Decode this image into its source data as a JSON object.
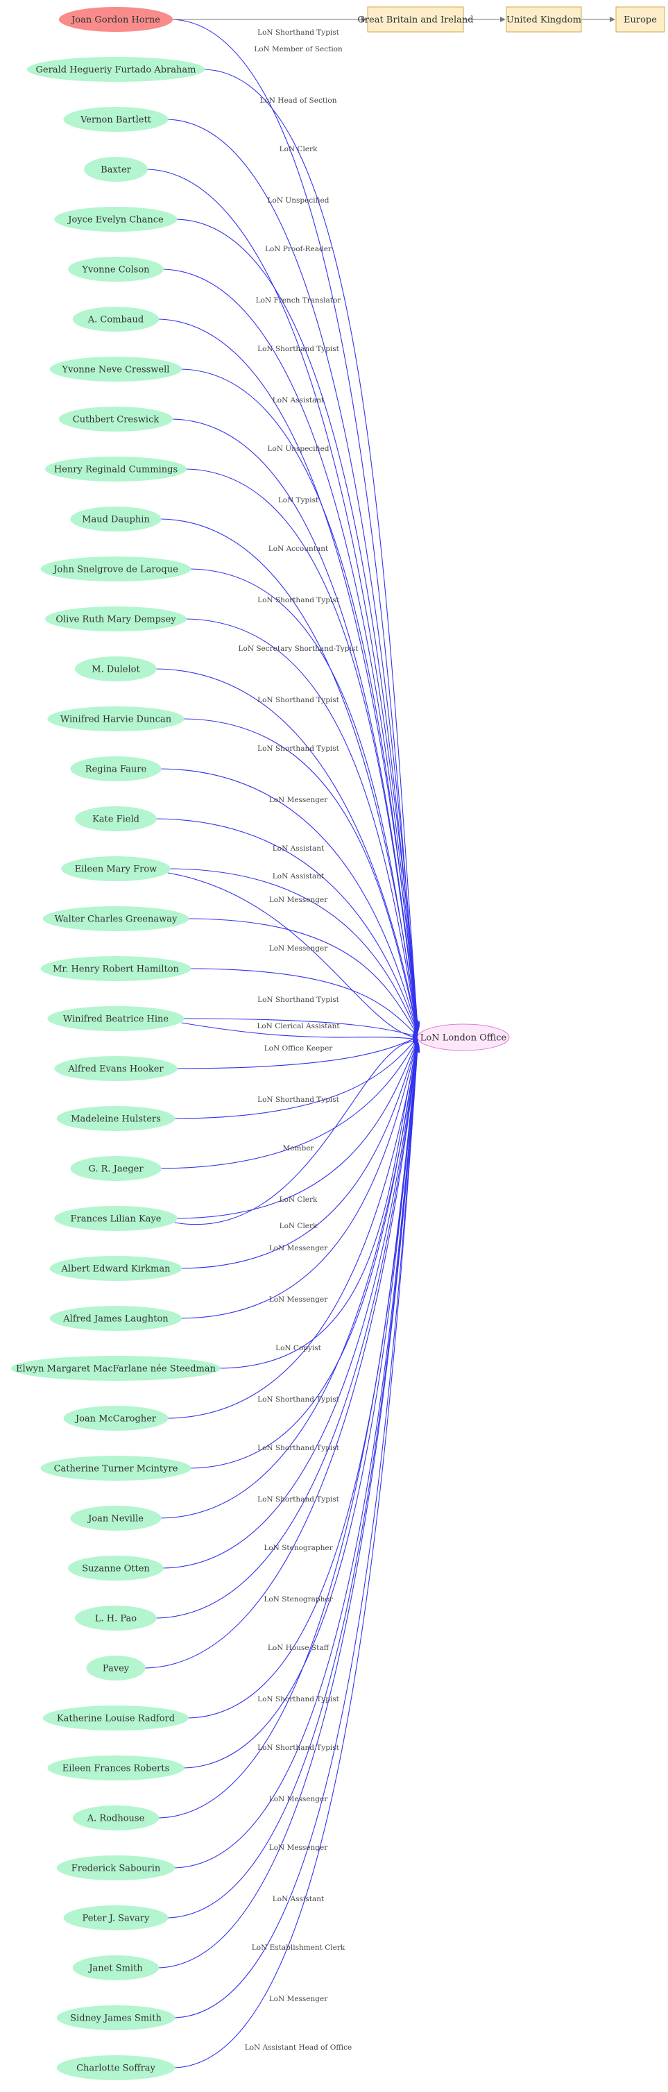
{
  "colors": {
    "person_fill": "#b3f5cf",
    "highlight_fill": "#f98b8b",
    "place_fill": "#fdeec9",
    "place_stroke": "#d9a54a",
    "office_fill": "#fde8fa",
    "office_stroke": "#e07ad8",
    "edge_blue": "#3333ee",
    "edge_grey": "#777777",
    "text": "#333333"
  },
  "main_person": {
    "name": "Joan Gordon Horne",
    "role": "LoN Shorthand Typist"
  },
  "places": [
    "Great Britain and Ireland",
    "United Kingdom",
    "Europe"
  ],
  "office": "LoN London Office",
  "people": [
    {
      "name": "Gerald Hegueriy Furtado Abraham",
      "role": "LoN Member of Section"
    },
    {
      "name": "Vernon Bartlett",
      "role": "LoN Head of Section"
    },
    {
      "name": "Baxter",
      "role": "LoN Clerk"
    },
    {
      "name": "Joyce Evelyn Chance",
      "role": "LoN Unspecified"
    },
    {
      "name": "Yvonne Colson",
      "role": "LoN Proof-Reader"
    },
    {
      "name": "A.  Combaud",
      "role": "LoN French Translator"
    },
    {
      "name": "Yvonne Neve Cresswell",
      "role": "LoN Shorthand Typist"
    },
    {
      "name": "Cuthbert Creswick",
      "role": "LoN Assistant"
    },
    {
      "name": "Henry Reginald Cummings",
      "role": "LoN Unspecified"
    },
    {
      "name": "Maud Dauphin",
      "role": "LoN Typist"
    },
    {
      "name": "John Snelgrove de Laroque",
      "role": "LoN Accountant"
    },
    {
      "name": "Olive Ruth Mary Dempsey",
      "role": "LoN Shorthand Typist"
    },
    {
      "name": "M. Dulelot",
      "role": "LoN Secretary Shorthand-Typist"
    },
    {
      "name": "Winifred Harvie Duncan",
      "role": "LoN Shorthand Typist"
    },
    {
      "name": "Regina Faure",
      "role": "LoN Shorthand Typist"
    },
    {
      "name": "Kate Field",
      "role": "LoN Messenger"
    },
    {
      "name": "Eileen Mary Frow",
      "role": "LoN Assistant",
      "role2": "LoN Assistant"
    },
    {
      "name": "Walter Charles Greenaway",
      "role": "LoN Messenger"
    },
    {
      "name": "Mr. Henry Robert Hamilton",
      "role": "LoN Messenger"
    },
    {
      "name": "Winifred Beatrice Hine",
      "role": "LoN Shorthand Typist",
      "role2": "LoN Clerical Assistant"
    },
    {
      "name": "Alfred Evans Hooker",
      "role": "LoN Office Keeper"
    },
    {
      "name": "Madeleine Hulsters",
      "role": "LoN Shorthand Typist"
    },
    {
      "name": "G. R. Jaeger",
      "role": "Member"
    },
    {
      "name": "Frances Lilian Kaye",
      "role": "LoN Clerk",
      "role2": "LoN Clerk"
    },
    {
      "name": "Albert Edward Kirkman",
      "role": "LoN Messenger"
    },
    {
      "name": "Alfred James Laughton",
      "role": "LoN Messenger"
    },
    {
      "name": "Elwyn Margaret MacFarlane née Steedman",
      "role": "LoN Copyist"
    },
    {
      "name": "Joan McCarogher",
      "role": "LoN Shorthand Typist"
    },
    {
      "name": "Catherine Turner Mcintyre",
      "role": "LoN Shorthand Typist"
    },
    {
      "name": "Joan Neville",
      "role": "LoN Shorthand Typist"
    },
    {
      "name": "Suzanne Otten",
      "role": "LoN Stenographer"
    },
    {
      "name": "L. H.  Pao",
      "role": "LoN Stenographer"
    },
    {
      "name": "Pavey",
      "role": "LoN House Staff"
    },
    {
      "name": "Katherine Louise Radford",
      "role": "LoN Shorthand Typist"
    },
    {
      "name": "Eileen Frances Roberts",
      "role": "LoN Shorthand Typist"
    },
    {
      "name": "A. Rodhouse",
      "role": "LoN Messenger"
    },
    {
      "name": "Frederick Sabourin",
      "role": "LoN Messenger"
    },
    {
      "name": "Peter J. Savary",
      "role": "LoN Assistant"
    },
    {
      "name": "Janet Smith",
      "role": "LoN Establishment Clerk"
    },
    {
      "name": "Sidney James Smith",
      "role": "LoN Messenger"
    },
    {
      "name": "Charlotte  Soffray",
      "role": "LoN Assistant Head of Office"
    }
  ]
}
